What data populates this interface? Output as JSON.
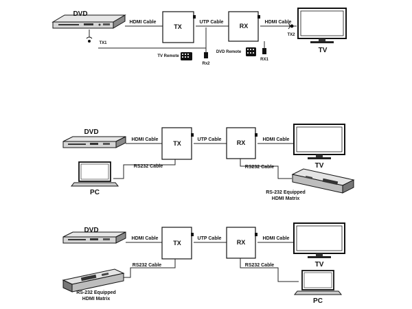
{
  "diagrams": [
    {
      "dvd": "DVD",
      "hdmi_left": "HDMI Cable",
      "tx": "TX",
      "utp": "UTP Cable",
      "rx": "RX",
      "hdmi_right": "HDMI Cable",
      "tv": "TV",
      "tx1": "TX1",
      "tv_remote": "TV Remote",
      "rx2": "Rx2",
      "dvd_remote": "DVD Remote",
      "rx1": "RX1",
      "tx2": "TX2"
    },
    {
      "dvd": "DVD",
      "hdmi_left": "HDMI Cable",
      "tx": "TX",
      "utp": "UTP Cable",
      "rx": "RX",
      "hdmi_right": "HDMI Cable",
      "tv": "TV",
      "rs232_left": "RS232 Cable",
      "rs232_right": "RS232 Cable",
      "pc": "PC",
      "matrix_line1": "RS-232 Equipped",
      "matrix_line2": "HDMI Matrix"
    },
    {
      "dvd": "DVD",
      "hdmi_left": "HDMI Cable",
      "tx": "TX",
      "utp": "UTP Cable",
      "rx": "RX",
      "hdmi_right": "HDMI Cable",
      "tv": "TV",
      "rs232_left": "RS232 Cable",
      "rs232_right": "RS232 Cable",
      "pc": "PC",
      "matrix_line1": "RS-232 Equipped",
      "matrix_line2": "HDMI Matrix"
    }
  ]
}
